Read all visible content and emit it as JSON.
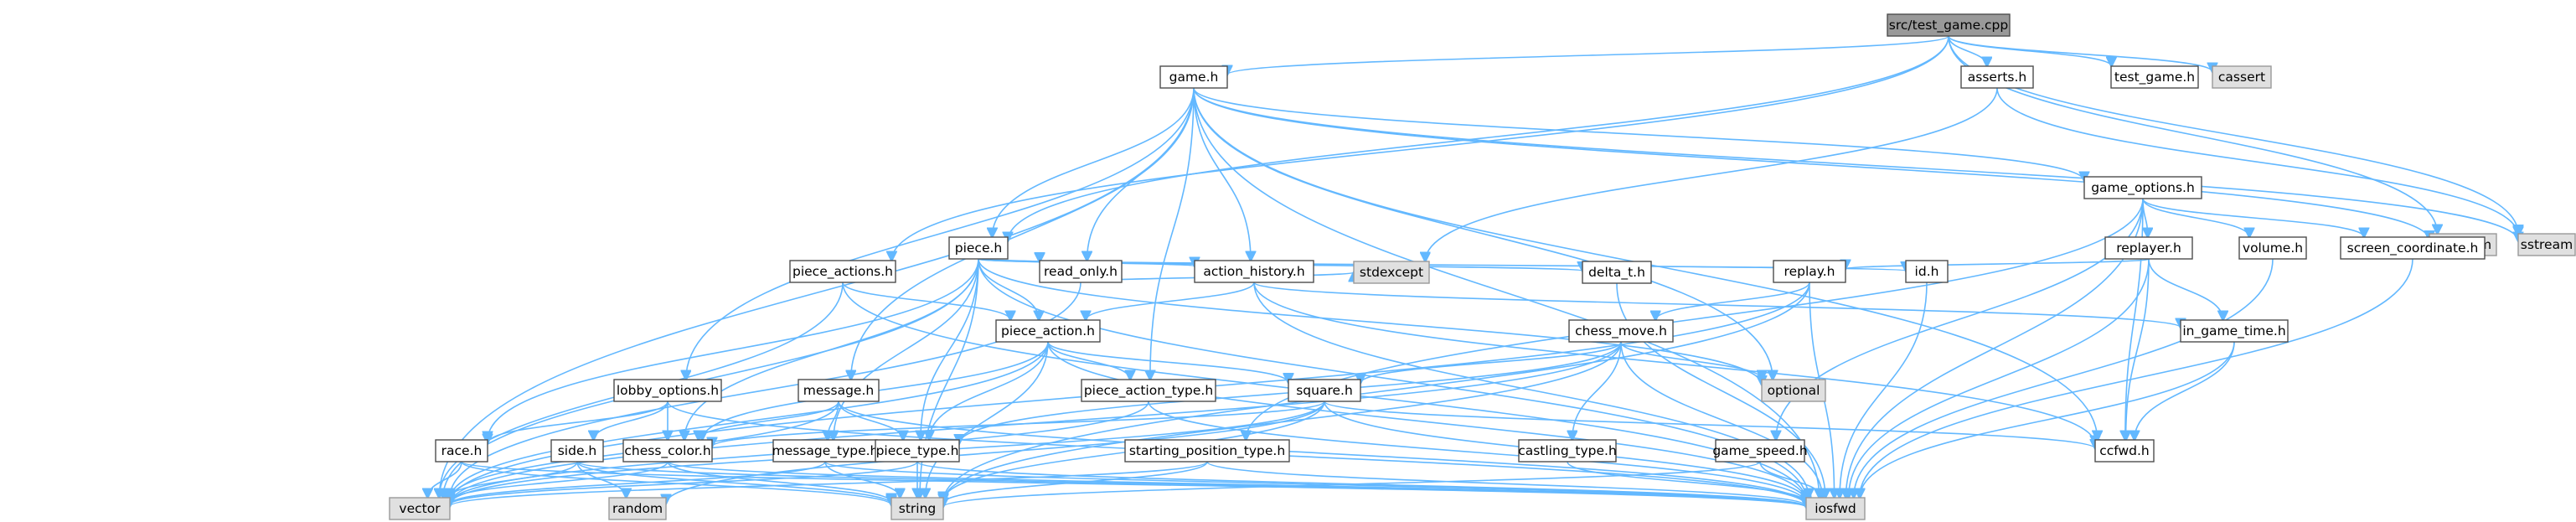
{
  "graph": {
    "nodes": [
      {
        "id": "test_game_cpp",
        "label": "src/test_game.cpp",
        "kind": "root"
      },
      {
        "id": "game_h",
        "label": "game.h",
        "kind": "file"
      },
      {
        "id": "asserts_h",
        "label": "asserts.h",
        "kind": "file"
      },
      {
        "id": "test_game_h",
        "label": "test_game.h",
        "kind": "file"
      },
      {
        "id": "cassert",
        "label": "cassert",
        "kind": "sys"
      },
      {
        "id": "iostream",
        "label": "iostream",
        "kind": "sys"
      },
      {
        "id": "sstream",
        "label": "sstream",
        "kind": "sys"
      },
      {
        "id": "game_options_h",
        "label": "game_options.h",
        "kind": "file"
      },
      {
        "id": "piece_h",
        "label": "piece.h",
        "kind": "file"
      },
      {
        "id": "replayer_h",
        "label": "replayer.h",
        "kind": "file"
      },
      {
        "id": "volume_h",
        "label": "volume.h",
        "kind": "file"
      },
      {
        "id": "screen_coordinate_h",
        "label": "screen_coordinate.h",
        "kind": "file"
      },
      {
        "id": "piece_actions_h",
        "label": "piece_actions.h",
        "kind": "file"
      },
      {
        "id": "read_only_h",
        "label": "read_only.h",
        "kind": "file"
      },
      {
        "id": "action_history_h",
        "label": "action_history.h",
        "kind": "file"
      },
      {
        "id": "id_h",
        "label": "id.h",
        "kind": "file"
      },
      {
        "id": "replay_h",
        "label": "replay.h",
        "kind": "file"
      },
      {
        "id": "stdexcept",
        "label": "stdexcept",
        "kind": "sys"
      },
      {
        "id": "delta_t_h",
        "label": "delta_t.h",
        "kind": "file"
      },
      {
        "id": "chess_move_h",
        "label": "chess_move.h",
        "kind": "file"
      },
      {
        "id": "piece_action_h",
        "label": "piece_action.h",
        "kind": "file"
      },
      {
        "id": "in_game_time_h",
        "label": "in_game_time.h",
        "kind": "file"
      },
      {
        "id": "lobby_options_h",
        "label": "lobby_options.h",
        "kind": "file"
      },
      {
        "id": "message_h",
        "label": "message.h",
        "kind": "file"
      },
      {
        "id": "piece_action_type_h",
        "label": "piece_action_type.h",
        "kind": "file"
      },
      {
        "id": "square_h",
        "label": "square.h",
        "kind": "file"
      },
      {
        "id": "optional",
        "label": "optional",
        "kind": "sys"
      },
      {
        "id": "race_h",
        "label": "race.h",
        "kind": "file"
      },
      {
        "id": "side_h",
        "label": "side.h",
        "kind": "file"
      },
      {
        "id": "chess_color_h",
        "label": "chess_color.h",
        "kind": "file"
      },
      {
        "id": "message_type_h",
        "label": "message_type.h",
        "kind": "file"
      },
      {
        "id": "piece_type_h",
        "label": "piece_type.h",
        "kind": "file"
      },
      {
        "id": "starting_position_type_h",
        "label": "starting_position_type.h",
        "kind": "file"
      },
      {
        "id": "castling_type_h",
        "label": "castling_type.h",
        "kind": "file"
      },
      {
        "id": "game_speed_h",
        "label": "game_speed.h",
        "kind": "file"
      },
      {
        "id": "ccfwd_h",
        "label": "ccfwd.h",
        "kind": "file"
      },
      {
        "id": "vector",
        "label": "vector",
        "kind": "sys"
      },
      {
        "id": "random",
        "label": "random",
        "kind": "sys"
      },
      {
        "id": "string",
        "label": "string",
        "kind": "sys"
      },
      {
        "id": "iosfwd",
        "label": "iosfwd",
        "kind": "sys"
      }
    ],
    "edges": [
      [
        "test_game_cpp",
        "game_h"
      ],
      [
        "test_game_cpp",
        "asserts_h"
      ],
      [
        "test_game_cpp",
        "test_game_h"
      ],
      [
        "test_game_cpp",
        "cassert"
      ],
      [
        "test_game_cpp",
        "iostream"
      ],
      [
        "test_game_cpp",
        "sstream"
      ],
      [
        "test_game_cpp",
        "piece_h"
      ],
      [
        "test_game_cpp",
        "piece_actions_h"
      ],
      [
        "asserts_h",
        "stdexcept"
      ],
      [
        "asserts_h",
        "sstream"
      ],
      [
        "game_h",
        "game_options_h"
      ],
      [
        "game_h",
        "piece_h"
      ],
      [
        "game_h",
        "read_only_h"
      ],
      [
        "game_h",
        "action_history_h"
      ],
      [
        "game_h",
        "lobby_options_h"
      ],
      [
        "game_h",
        "message_h"
      ],
      [
        "game_h",
        "piece_action_type_h"
      ],
      [
        "game_h",
        "vector"
      ],
      [
        "game_h",
        "iosfwd"
      ],
      [
        "game_h",
        "ccfwd_h"
      ],
      [
        "game_h",
        "optional"
      ],
      [
        "game_h",
        "iostream"
      ],
      [
        "game_h",
        "sstream"
      ],
      [
        "game_options_h",
        "replayer_h"
      ],
      [
        "game_options_h",
        "volume_h"
      ],
      [
        "game_options_h",
        "screen_coordinate_h"
      ],
      [
        "game_options_h",
        "game_speed_h"
      ],
      [
        "game_options_h",
        "starting_position_type_h"
      ],
      [
        "game_options_h",
        "ccfwd_h"
      ],
      [
        "game_options_h",
        "iosfwd"
      ],
      [
        "replayer_h",
        "replay_h"
      ],
      [
        "replayer_h",
        "in_game_time_h"
      ],
      [
        "replayer_h",
        "ccfwd_h"
      ],
      [
        "replayer_h",
        "iosfwd"
      ],
      [
        "volume_h",
        "iosfwd"
      ],
      [
        "screen_coordinate_h",
        "iosfwd"
      ],
      [
        "replay_h",
        "chess_move_h"
      ],
      [
        "replay_h",
        "string"
      ],
      [
        "replay_h",
        "vector"
      ],
      [
        "replay_h",
        "iosfwd"
      ],
      [
        "piece_h",
        "action_history_h"
      ],
      [
        "piece_h",
        "read_only_h"
      ],
      [
        "piece_h",
        "id_h"
      ],
      [
        "piece_h",
        "delta_t_h"
      ],
      [
        "piece_h",
        "piece_action_h"
      ],
      [
        "piece_h",
        "piece_type_h"
      ],
      [
        "piece_h",
        "chess_color_h"
      ],
      [
        "piece_h",
        "race_h"
      ],
      [
        "piece_h",
        "message_type_h"
      ],
      [
        "piece_h",
        "vector"
      ],
      [
        "piece_h",
        "string"
      ],
      [
        "piece_h",
        "iosfwd"
      ],
      [
        "piece_h",
        "optional"
      ],
      [
        "piece_actions_h",
        "piece_action_h"
      ],
      [
        "piece_actions_h",
        "vector"
      ],
      [
        "piece_actions_h",
        "iosfwd"
      ],
      [
        "read_only_h",
        "stdexcept"
      ],
      [
        "read_only_h",
        "vector"
      ],
      [
        "action_history_h",
        "piece_action_h"
      ],
      [
        "action_history_h",
        "in_game_time_h"
      ],
      [
        "action_history_h",
        "ccfwd_h"
      ],
      [
        "action_history_h",
        "iosfwd"
      ],
      [
        "id_h",
        "iosfwd"
      ],
      [
        "delta_t_h",
        "iosfwd"
      ],
      [
        "chess_move_h",
        "square_h"
      ],
      [
        "chess_move_h",
        "castling_type_h"
      ],
      [
        "chess_move_h",
        "optional"
      ],
      [
        "chess_move_h",
        "piece_type_h"
      ],
      [
        "chess_move_h",
        "string"
      ],
      [
        "chess_move_h",
        "vector"
      ],
      [
        "chess_move_h",
        "iosfwd"
      ],
      [
        "piece_action_h",
        "piece_action_type_h"
      ],
      [
        "piece_action_h",
        "square_h"
      ],
      [
        "piece_action_h",
        "piece_type_h"
      ],
      [
        "piece_action_h",
        "chess_color_h"
      ],
      [
        "piece_action_h",
        "string"
      ],
      [
        "piece_action_h",
        "vector"
      ],
      [
        "piece_action_h",
        "iosfwd"
      ],
      [
        "in_game_time_h",
        "ccfwd_h"
      ],
      [
        "in_game_time_h",
        "iosfwd"
      ],
      [
        "lobby_options_h",
        "chess_color_h"
      ],
      [
        "lobby_options_h",
        "race_h"
      ],
      [
        "lobby_options_h",
        "side_h"
      ],
      [
        "lobby_options_h",
        "iosfwd"
      ],
      [
        "message_h",
        "message_type_h"
      ],
      [
        "message_h",
        "chess_color_h"
      ],
      [
        "message_h",
        "piece_type_h"
      ],
      [
        "message_h",
        "vector"
      ],
      [
        "message_h",
        "iosfwd"
      ],
      [
        "piece_action_type_h",
        "vector"
      ],
      [
        "piece_action_type_h",
        "iosfwd"
      ],
      [
        "square_h",
        "chess_color_h"
      ],
      [
        "square_h",
        "ccfwd_h"
      ],
      [
        "square_h",
        "random"
      ],
      [
        "square_h",
        "string"
      ],
      [
        "square_h",
        "vector"
      ],
      [
        "square_h",
        "iosfwd"
      ],
      [
        "race_h",
        "vector"
      ],
      [
        "race_h",
        "string"
      ],
      [
        "race_h",
        "iosfwd"
      ],
      [
        "side_h",
        "random"
      ],
      [
        "side_h",
        "string"
      ],
      [
        "side_h",
        "vector"
      ],
      [
        "side_h",
        "iosfwd"
      ],
      [
        "chess_color_h",
        "vector"
      ],
      [
        "chess_color_h",
        "string"
      ],
      [
        "chess_color_h",
        "iosfwd"
      ],
      [
        "message_type_h",
        "string"
      ],
      [
        "message_type_h",
        "vector"
      ],
      [
        "message_type_h",
        "iosfwd"
      ],
      [
        "piece_type_h",
        "vector"
      ],
      [
        "piece_type_h",
        "string"
      ],
      [
        "piece_type_h",
        "iosfwd"
      ],
      [
        "starting_position_type_h",
        "string"
      ],
      [
        "starting_position_type_h",
        "vector"
      ],
      [
        "starting_position_type_h",
        "iosfwd"
      ],
      [
        "castling_type_h",
        "iosfwd"
      ],
      [
        "game_speed_h",
        "string"
      ],
      [
        "game_speed_h",
        "iosfwd"
      ]
    ]
  }
}
